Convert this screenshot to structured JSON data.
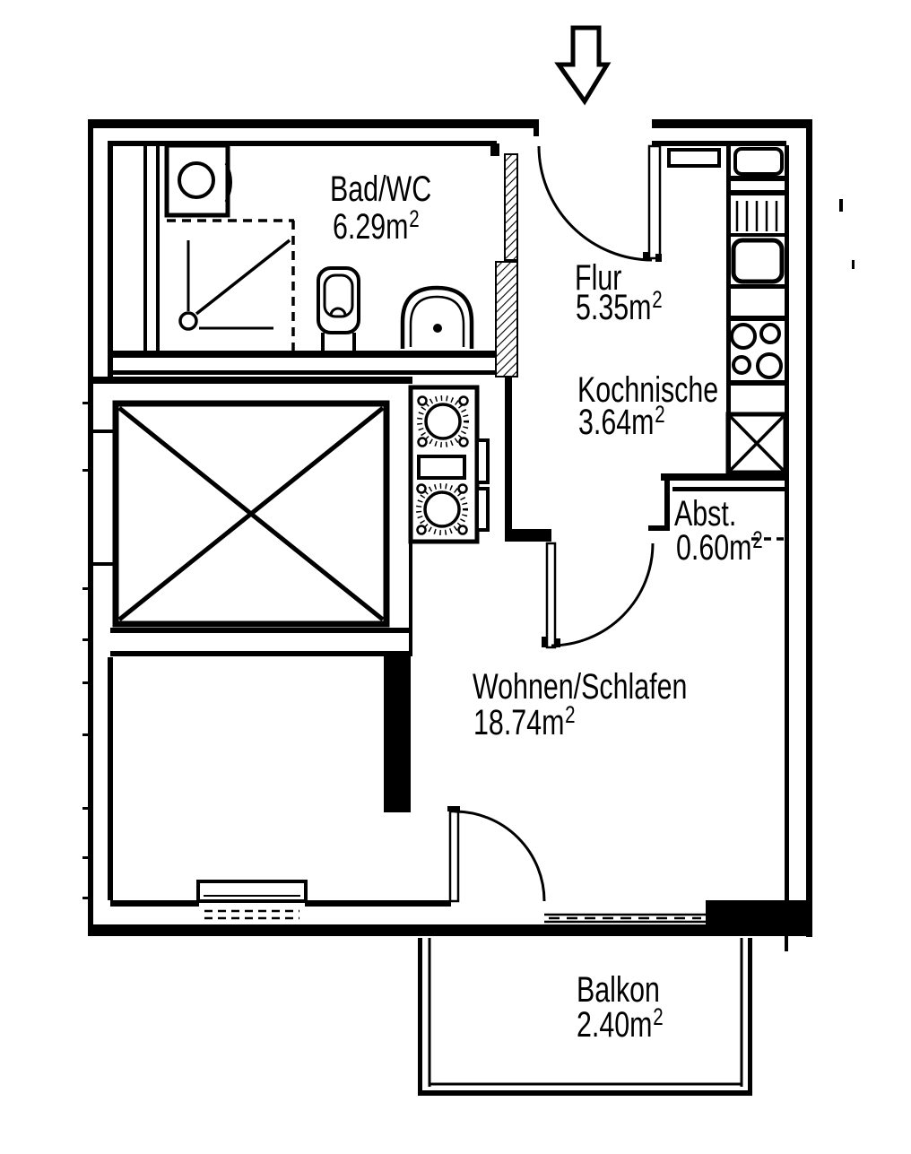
{
  "title": "Apartment floor plan",
  "colors": {
    "ink": "#000000",
    "background": "#ffffff"
  },
  "rooms": [
    {
      "id": "bad-wc",
      "name": "Bad/WC",
      "area": "6.29m",
      "sup": "2"
    },
    {
      "id": "flur",
      "name": "Flur",
      "area": "5.35m",
      "sup": "2"
    },
    {
      "id": "kochnische",
      "name": "Kochnische",
      "area": "3.64m",
      "sup": "2"
    },
    {
      "id": "abstellraum",
      "name": "Abst.",
      "area": "0.60m",
      "sup": "2"
    },
    {
      "id": "wohnen-schlafen",
      "name": "Wohnen/Schlafen",
      "area": "18.74m",
      "sup": "2"
    },
    {
      "id": "balkon",
      "name": "Balkon",
      "area": "2.40m",
      "sup": "2"
    }
  ],
  "icons": {
    "entrance_arrow": "down-arrow",
    "fixtures": [
      "washing-machine",
      "shower",
      "toilet",
      "washbasin",
      "wardrobe-shelf",
      "kitchen-sink",
      "kitchen-counter",
      "oven",
      "hob",
      "kitchen-cabinet",
      "laundry-unit",
      "elevator-shaft",
      "radiator"
    ],
    "doors": [
      "entrance-door",
      "bathroom-door",
      "living-room-door",
      "balcony-door"
    ],
    "windows": [
      "window-left",
      "window-south"
    ]
  }
}
